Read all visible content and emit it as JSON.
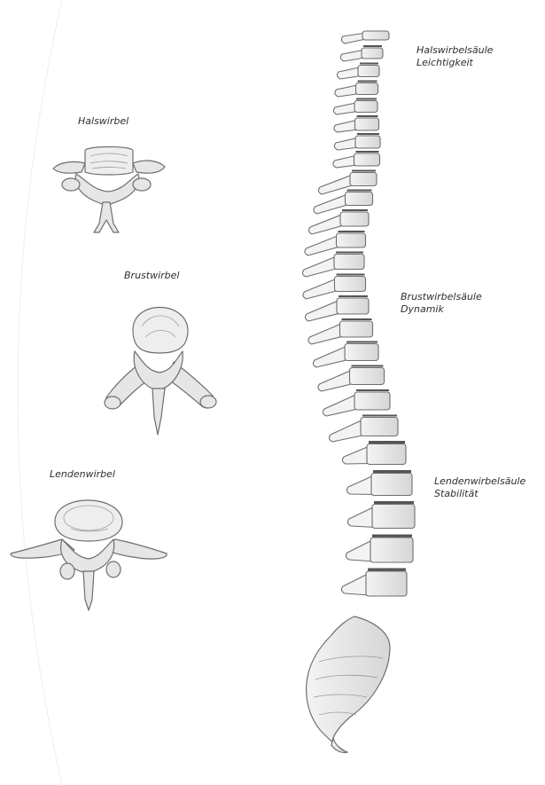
{
  "labels": {
    "cervical_vertebra": "Halswirbel",
    "thoracic_vertebra": "Brustwirbel",
    "lumbar_vertebra": "Lendenwirbel",
    "cervical_spine": "Halswirbelsäule",
    "cervical_spine_quality": "Leichtigkeit",
    "thoracic_spine": "Brustwirbelsäule",
    "thoracic_spine_quality": "Dynamik",
    "lumbar_spine": "Lendenwirbelsäule",
    "lumbar_spine_quality": "Stabilität"
  },
  "colors": {
    "bone_fill": "#e6e6e6",
    "bone_light": "#f3f3f3",
    "bone_stroke": "#6e6e6e",
    "disc": "#555555",
    "label_text": "#2e2e2e"
  }
}
